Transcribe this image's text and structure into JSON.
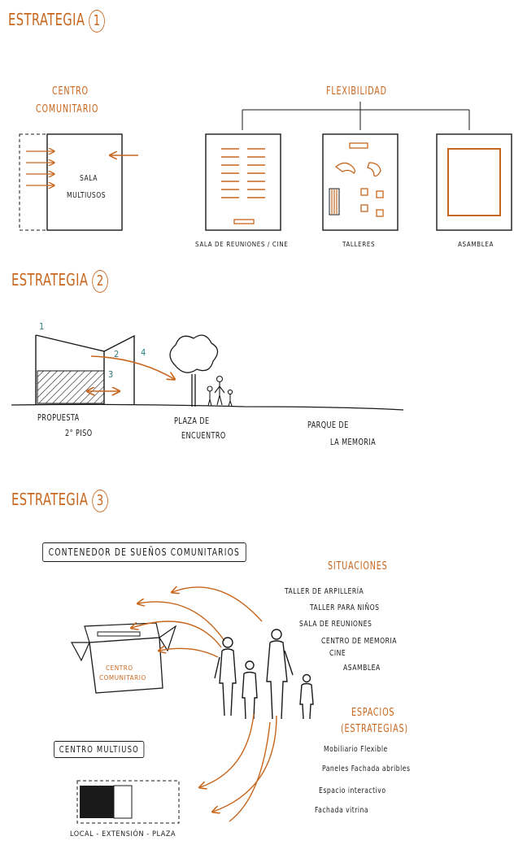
{
  "strategy1": {
    "title": "ESTRATEGIA",
    "number": "1",
    "centro_line1": "CENTRO",
    "centro_line2": "COMUNITARIO",
    "sala_line1": "SALA",
    "sala_line2": "MULTIUSOS",
    "flexibilidad": "FLEXIBILIDAD",
    "options": [
      "SALA DE REUNIONES / CINE",
      "TALLERES",
      "ASAMBLEA"
    ]
  },
  "strategy2": {
    "title": "ESTRATEGIA",
    "number": "2",
    "markers": [
      "1",
      "2",
      "3",
      "4"
    ],
    "propuesta_line1": "PROPUESTA",
    "propuesta_line2": "2° PISO",
    "plaza_line1": "PLAZA DE",
    "plaza_line2": "ENCUENTRO",
    "parque_line1": "PARQUE DE",
    "parque_line2": "LA MEMORIA"
  },
  "strategy3": {
    "title": "ESTRATEGIA",
    "number": "3",
    "contenedor": "CONTENEDOR DE SUEÑOS COMUNITARIOS",
    "box_line1": "CENTRO",
    "box_line2": "COMUNITARIO",
    "situaciones_title": "SITUACIONES",
    "situaciones": [
      "TALLER DE ARPILLERÍA",
      "TALLER PARA NIÑOS",
      "SALA DE REUNIONES",
      "CENTRO DE MEMORIA",
      "CINE",
      "ASAMBLEA"
    ],
    "espacios_line1": "ESPACIOS",
    "espacios_line2": "(ESTRATEGIAS)",
    "espacios": [
      "Mobiliario Flexible",
      "Paneles Fachada abribles",
      "Espacio interactivo",
      "Fachada vitrina"
    ],
    "centro_multiuso": "CENTRO MULTIUSO",
    "local_caption": "LOCAL - EXTENSIÓN - PLAZA"
  },
  "colors": {
    "accent": "#c8661d",
    "ink": "#1a1a1a",
    "teal": "#2a7d7b"
  }
}
